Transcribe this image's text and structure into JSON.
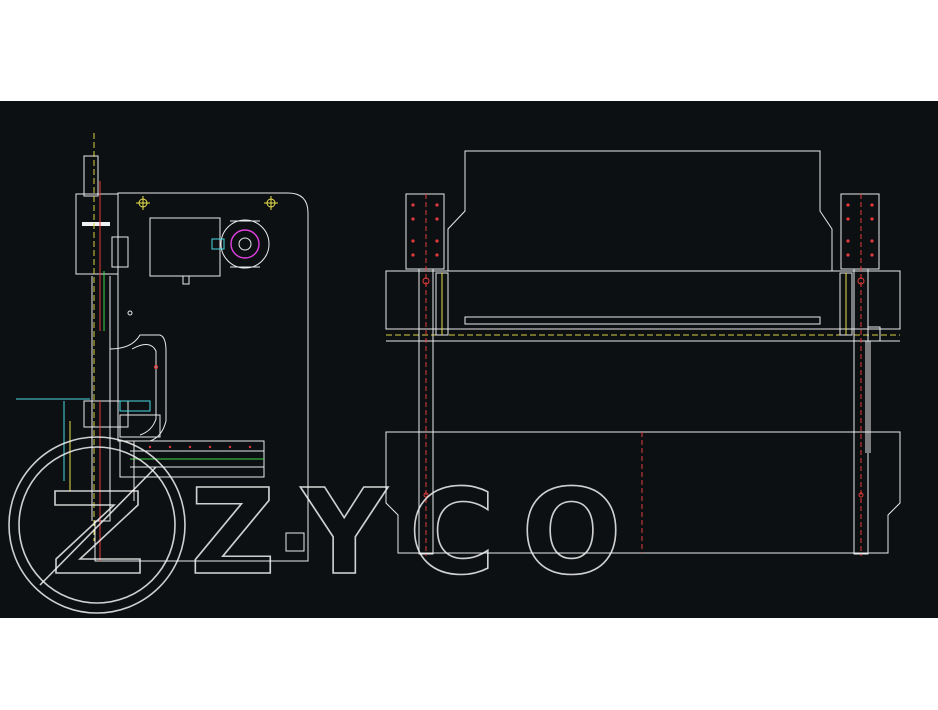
{
  "logo": {
    "text": "ZYCO",
    "emblem_glyph": "Z"
  },
  "colors": {
    "background": "#0d1013",
    "page": "#ffffff",
    "outline": "#e9e9e9",
    "centerline": "#e8e04a",
    "hole_marks": "#e23a3a",
    "guide": "#3fd84a",
    "table": "#46d8e0",
    "motor": "#e040e0"
  },
  "views": {
    "side": {
      "icon": "press-brake-side-view"
    },
    "front": {
      "icon": "press-brake-front-view"
    }
  }
}
